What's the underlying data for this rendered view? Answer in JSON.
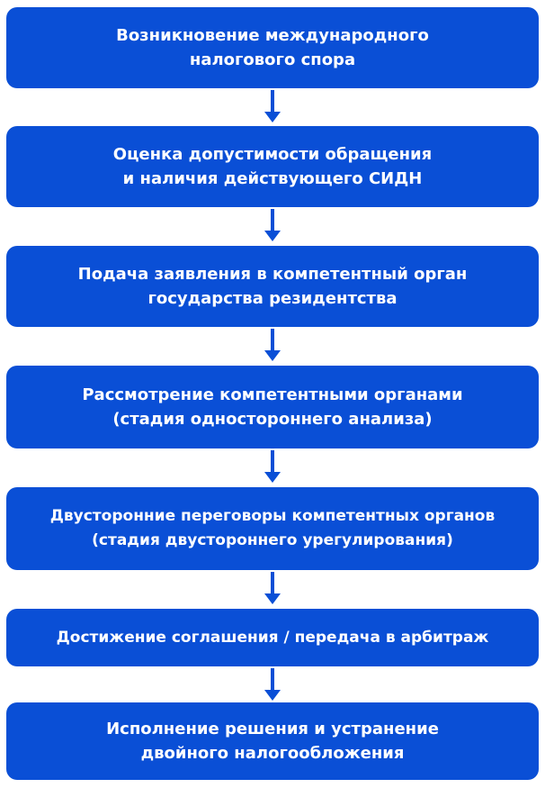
{
  "colors": {
    "box_fill": "#0a4fd6",
    "box_text": "#ffffff",
    "arrow": "#0a4fd6",
    "background": "#ffffff"
  },
  "steps": [
    {
      "line1": "Возникновение международного",
      "line2": "налогового спора"
    },
    {
      "line1": "Оценка допустимости обращения",
      "line2": "и наличия действующего СИДН"
    },
    {
      "line1": "Подача заявления в компетентный орган",
      "line2": "государства резидентства"
    },
    {
      "line1": "Рассмотрение компетентными органами",
      "line2": "(стадия одностороннего анализа)"
    },
    {
      "line1": "Двусторонние переговоры компетентных органов",
      "line2": "(стадия двустороннего урегулирования)"
    },
    {
      "line1": "Достижение соглашения / передача в арбитраж",
      "line2": ""
    },
    {
      "line1": "Исполнение решения и устранение",
      "line2": "двойного налогообложения"
    }
  ]
}
